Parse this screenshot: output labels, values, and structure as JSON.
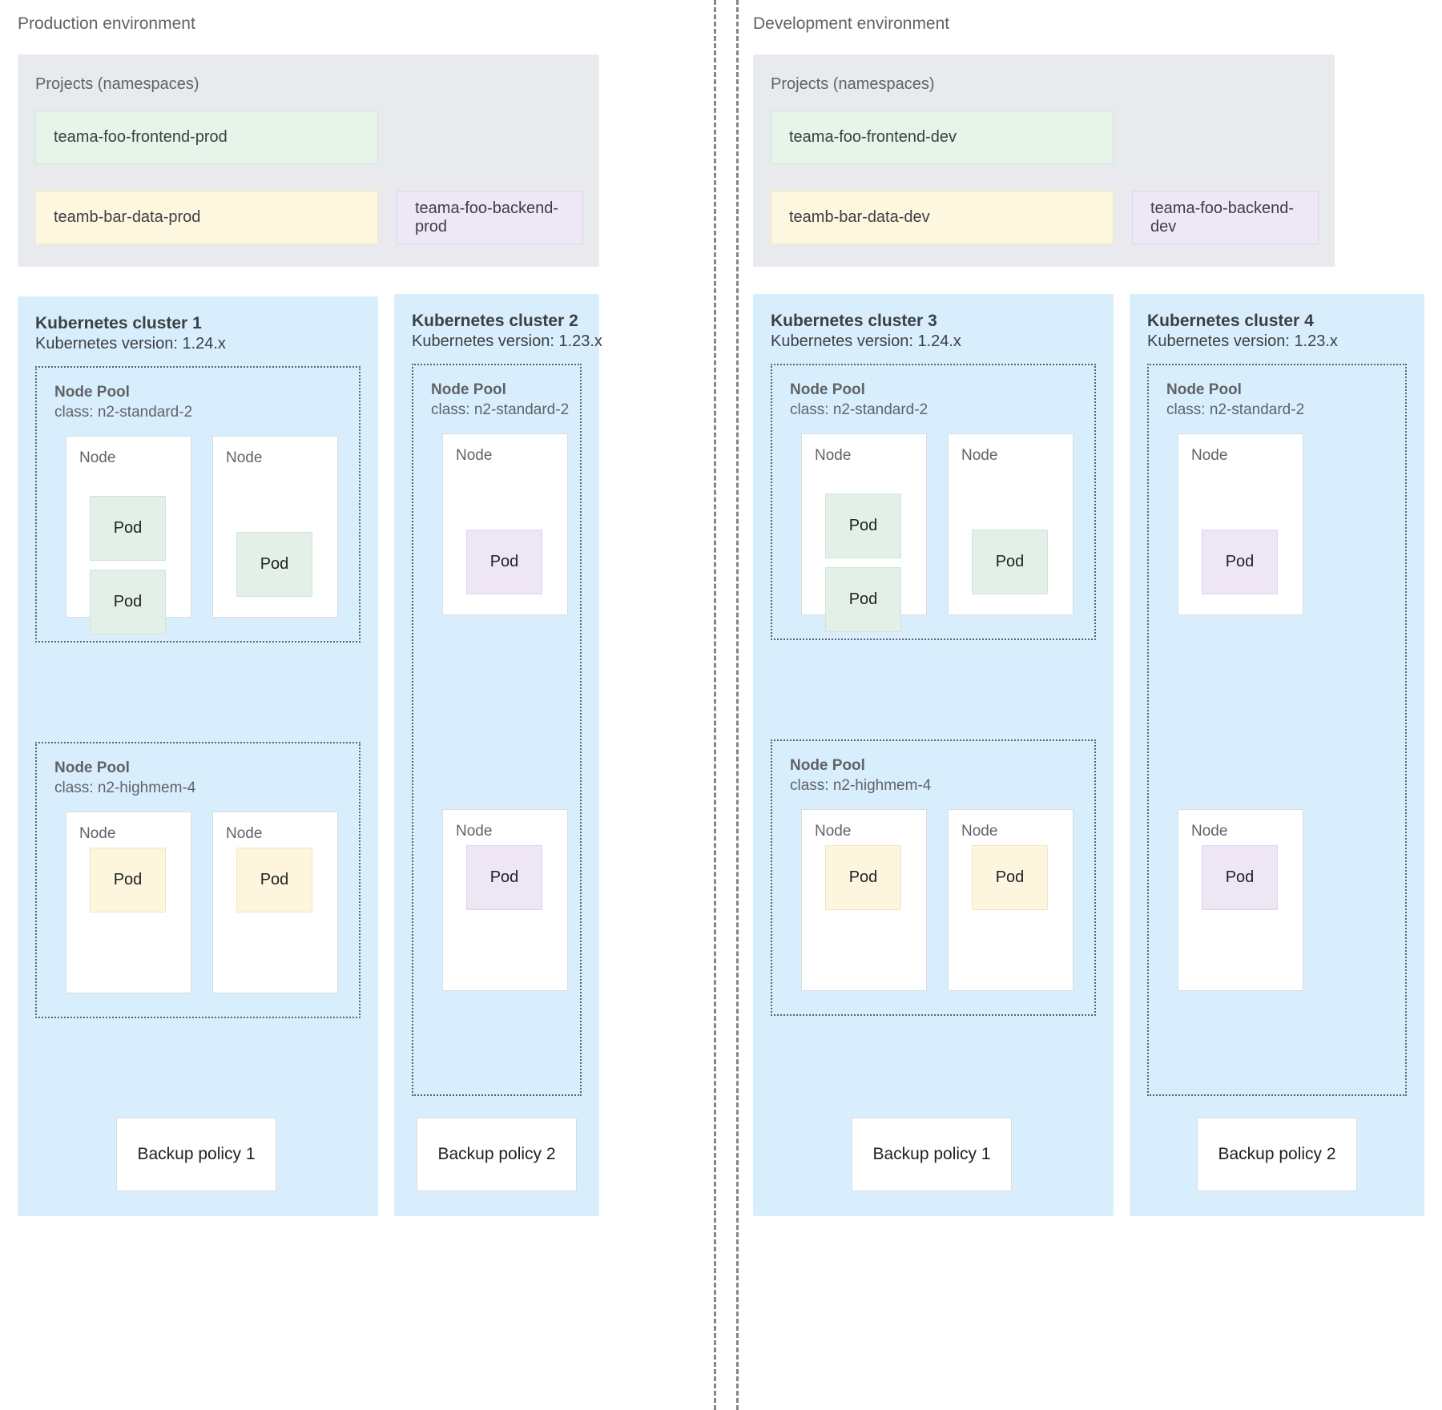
{
  "environments": [
    {
      "id": "production",
      "title": "Production environment",
      "projects": {
        "label": "Projects (namespaces)",
        "items": [
          {
            "name": "teama-foo-frontend-prod",
            "color": "green"
          },
          {
            "name": "teamb-bar-data-prod",
            "color": "yellow"
          },
          {
            "name": "teama-foo-backend-prod",
            "color": "purple"
          }
        ]
      },
      "clusters": [
        {
          "title": "Kubernetes cluster 1",
          "version": "Kubernetes version: 1.24.x",
          "node_pools": [
            {
              "title": "Node Pool",
              "class": "class: n2-standard-2",
              "nodes": [
                {
                  "label": "Node",
                  "pods": [
                    {
                      "label": "Pod",
                      "color": "green"
                    },
                    {
                      "label": "Pod",
                      "color": "green"
                    }
                  ]
                },
                {
                  "label": "Node",
                  "pods": [
                    {
                      "label": "Pod",
                      "color": "green"
                    }
                  ]
                }
              ]
            },
            {
              "title": "Node Pool",
              "class": "class: n2-highmem-4",
              "nodes": [
                {
                  "label": "Node",
                  "pods": [
                    {
                      "label": "Pod",
                      "color": "yellow"
                    }
                  ]
                },
                {
                  "label": "Node",
                  "pods": [
                    {
                      "label": "Pod",
                      "color": "yellow"
                    }
                  ]
                }
              ]
            }
          ],
          "backup_policy": "Backup policy 1"
        },
        {
          "title": "Kubernetes cluster 2",
          "version": "Kubernetes version: 1.23.x",
          "node_pools": [
            {
              "title": "Node Pool",
              "class": "class: n2-standard-2",
              "nodes": [
                {
                  "label": "Node",
                  "pods": [
                    {
                      "label": "Pod",
                      "color": "purple"
                    }
                  ]
                },
                {
                  "label": "Node",
                  "pods": [
                    {
                      "label": "Pod",
                      "color": "purple"
                    }
                  ]
                }
              ]
            }
          ],
          "backup_policy": "Backup policy 2"
        }
      ]
    },
    {
      "id": "development",
      "title": "Development environment",
      "projects": {
        "label": "Projects (namespaces)",
        "items": [
          {
            "name": "teama-foo-frontend-dev",
            "color": "green"
          },
          {
            "name": "teamb-bar-data-dev",
            "color": "yellow"
          },
          {
            "name": "teama-foo-backend-dev",
            "color": "purple"
          }
        ]
      },
      "clusters": [
        {
          "title": "Kubernetes cluster 3",
          "version": "Kubernetes version: 1.24.x",
          "node_pools": [
            {
              "title": "Node Pool",
              "class": "class: n2-standard-2",
              "nodes": [
                {
                  "label": "Node",
                  "pods": [
                    {
                      "label": "Pod",
                      "color": "green"
                    },
                    {
                      "label": "Pod",
                      "color": "green"
                    }
                  ]
                },
                {
                  "label": "Node",
                  "pods": [
                    {
                      "label": "Pod",
                      "color": "green"
                    }
                  ]
                }
              ]
            },
            {
              "title": "Node Pool",
              "class": "class: n2-highmem-4",
              "nodes": [
                {
                  "label": "Node",
                  "pods": [
                    {
                      "label": "Pod",
                      "color": "yellow"
                    }
                  ]
                },
                {
                  "label": "Node",
                  "pods": [
                    {
                      "label": "Pod",
                      "color": "yellow"
                    }
                  ]
                }
              ]
            }
          ],
          "backup_policy": "Backup policy 1"
        },
        {
          "title": "Kubernetes cluster 4",
          "version": "Kubernetes version: 1.23.x",
          "node_pools": [
            {
              "title": "Node Pool",
              "class": "class: n2-standard-2",
              "nodes": [
                {
                  "label": "Node",
                  "pods": [
                    {
                      "label": "Pod",
                      "color": "purple"
                    }
                  ]
                },
                {
                  "label": "Node",
                  "pods": [
                    {
                      "label": "Pod",
                      "color": "purple"
                    }
                  ]
                }
              ]
            }
          ],
          "backup_policy": "Backup policy 2"
        }
      ]
    }
  ],
  "colors": {
    "cluster_fill": "#d9eefc",
    "projects_fill": "#e8eaed",
    "green": "#e3f0e7",
    "yellow": "#fdf5dd",
    "purple": "#eee6f5",
    "divider": "#80868b",
    "text": "#3c4043",
    "muted_text": "#5f6368"
  }
}
